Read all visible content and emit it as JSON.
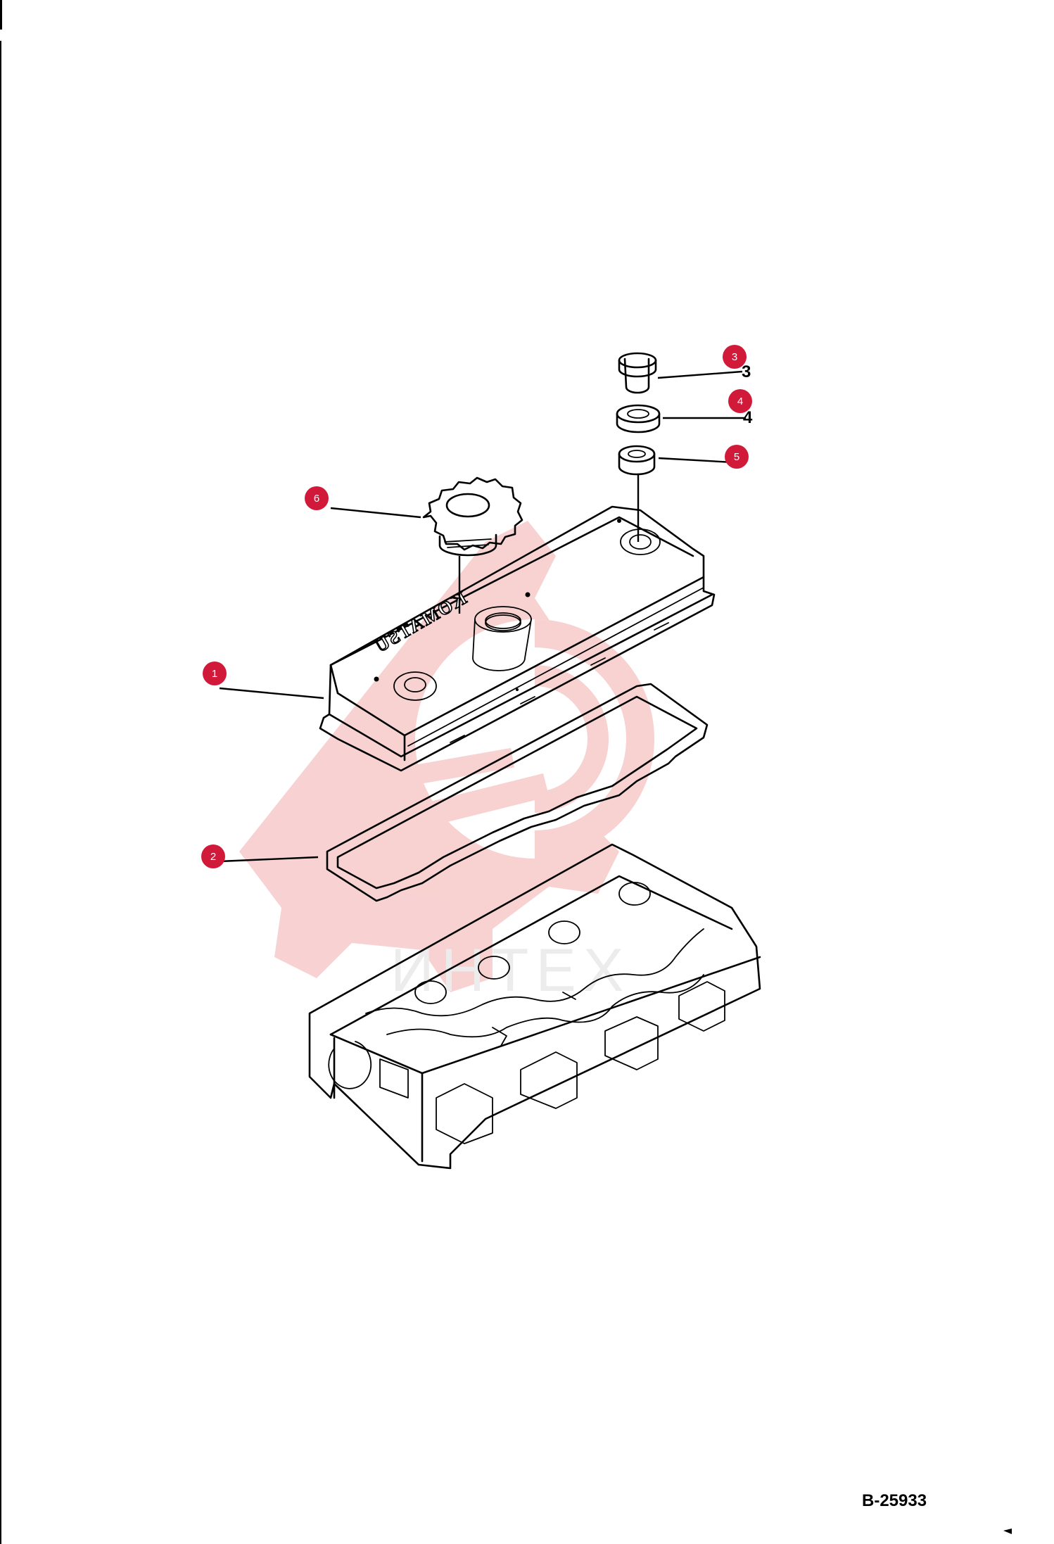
{
  "drawing": {
    "code": "B-25933",
    "watermark": "ИНТЕХ",
    "brand_on_cover": "KOMATSU"
  },
  "callouts": [
    {
      "number": "1",
      "part": "valve cover"
    },
    {
      "number": "2",
      "part": "cover gasket"
    },
    {
      "number": "3",
      "part": "bolt"
    },
    {
      "number": "4",
      "part": "washer"
    },
    {
      "number": "5",
      "part": "seal"
    },
    {
      "number": "6",
      "part": "oil filler cap"
    }
  ],
  "colors": {
    "callout_fill": "#d11a3a",
    "watermark": "#f7caca",
    "line": "#000000"
  }
}
